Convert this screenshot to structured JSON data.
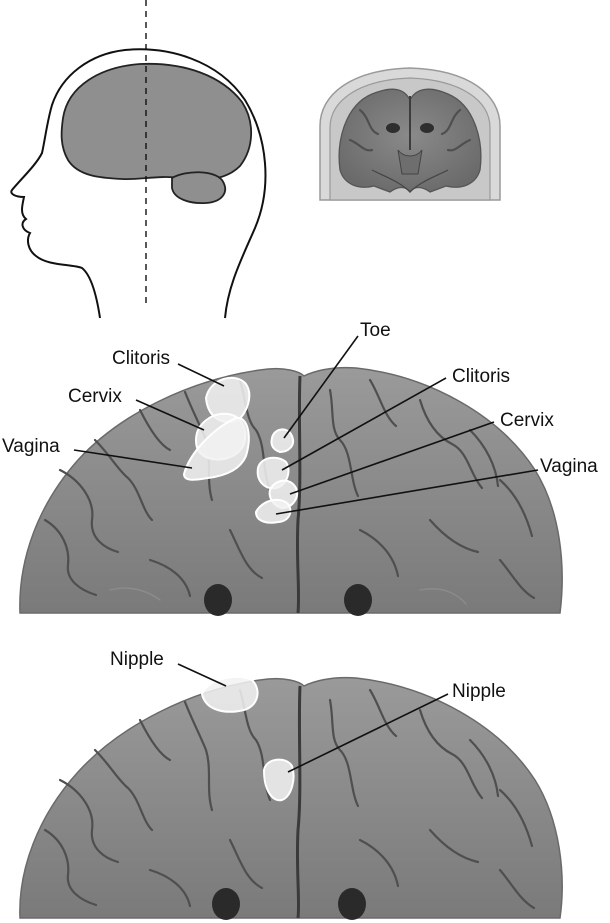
{
  "panel_top": {
    "description_icons": [
      "head-profile-icon",
      "coronal-section-icon"
    ]
  },
  "panel_middle": {
    "labels_left": [
      "Clitoris",
      "Cervix",
      "Vagina"
    ],
    "labels_right": [
      "Toe",
      "Clitoris",
      "Cervix",
      "Vagina"
    ]
  },
  "panel_bottom": {
    "label_left": "Nipple",
    "label_right": "Nipple"
  },
  "colors": {
    "cortex": "#8a8a8a",
    "cortex_edge": "#6e6e6e",
    "brain_fill": "#8f8f8f",
    "region_highlight": "#f2f2f2"
  }
}
